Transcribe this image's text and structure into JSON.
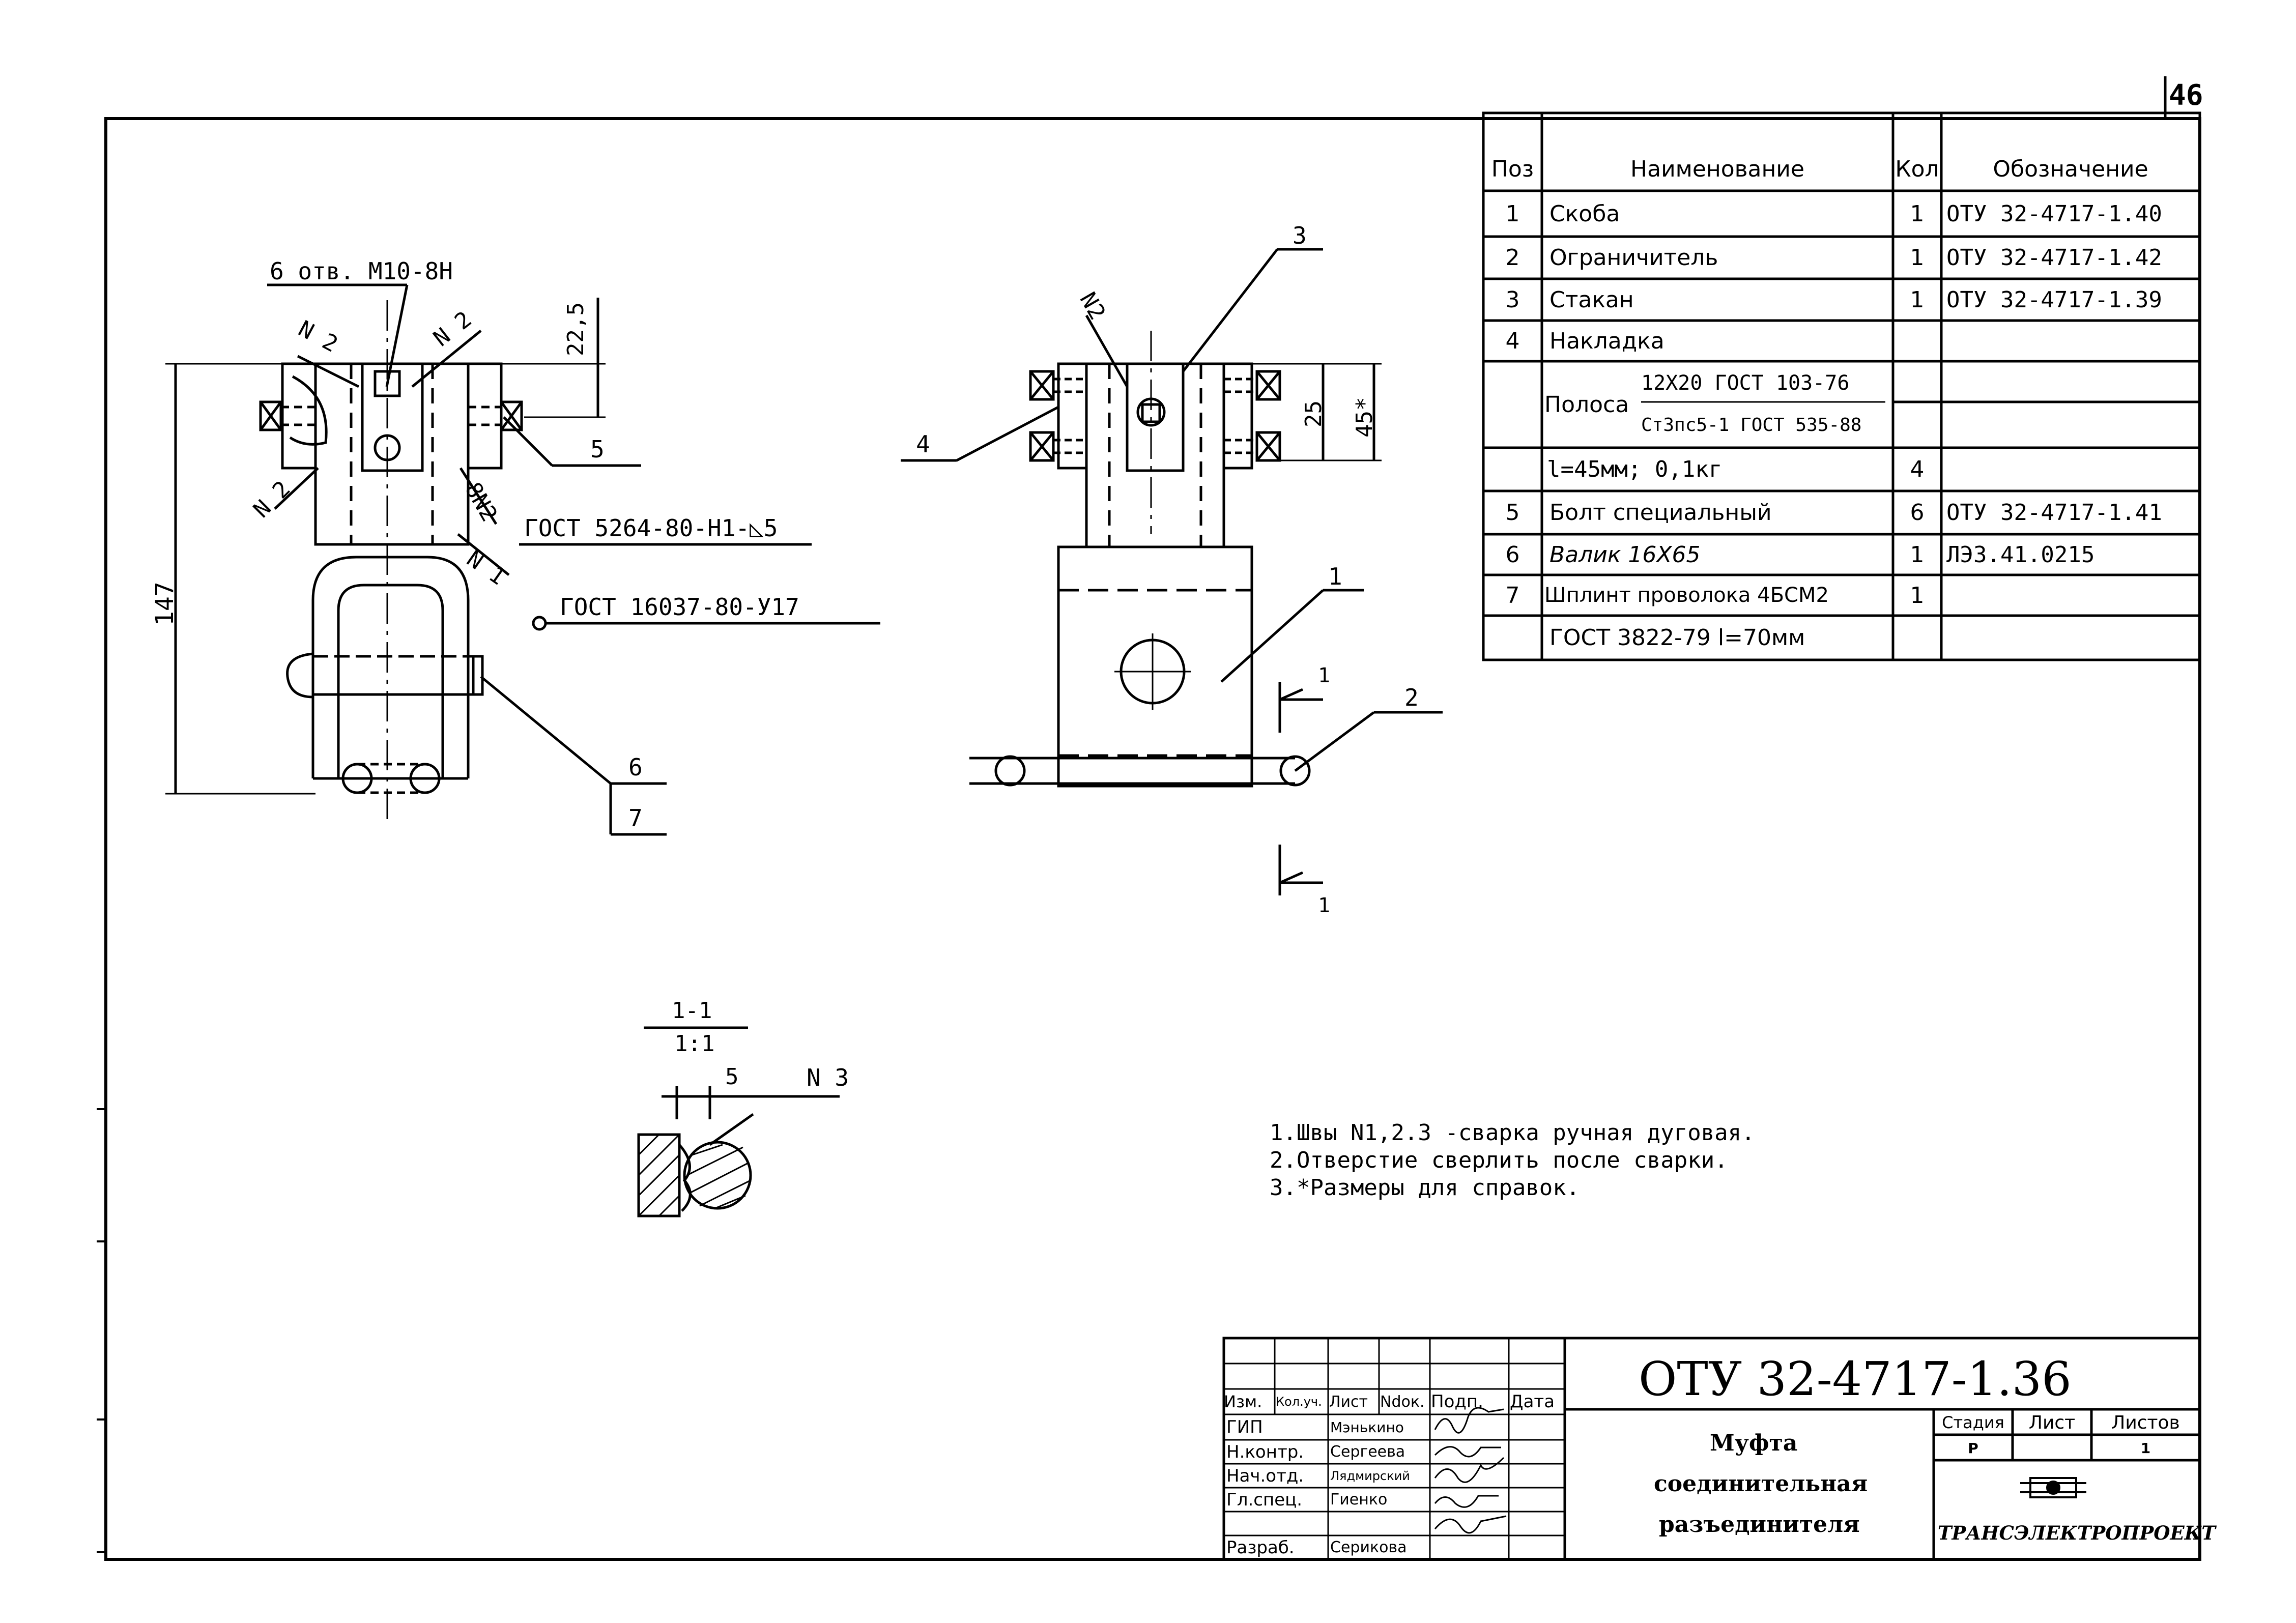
{
  "sheet": {
    "page_number": "46",
    "sheet_label": "1"
  },
  "spec_table": {
    "headers": [
      "Поз",
      "Наименование",
      "Кол",
      "Обозначение"
    ],
    "rows": [
      {
        "pos": "1",
        "name": "Скоба",
        "qty": "1",
        "designation": "ОТУ 32-4717-1.40"
      },
      {
        "pos": "2",
        "name": "Ограничитель",
        "qty": "1",
        "designation": "ОТУ 32-4717-1.42"
      },
      {
        "pos": "3",
        "name": "Стакан",
        "qty": "1",
        "designation": "ОТУ 32-4717-1.39"
      },
      {
        "pos": "4",
        "name": "Накладка",
        "qty": "",
        "designation": ""
      },
      {
        "pos": "",
        "name": "Полоса",
        "qty": "",
        "designation": ""
      },
      {
        "pos": "",
        "name": "",
        "qty": "",
        "designation": ""
      },
      {
        "pos": "",
        "name": "l=45мм; 0,1кг",
        "qty": "4",
        "designation": ""
      },
      {
        "pos": "5",
        "name": "Болт специальный",
        "qty": "6",
        "designation": "ОТУ 32-4717-1.41"
      },
      {
        "pos": "6",
        "name": "Валик 16Х65",
        "qty": "1",
        "designation": "ЛЭЗ.41.0215"
      },
      {
        "pos": "7",
        "name": "Шплинт проволока 4БСМ2",
        "qty": "1",
        "designation": ""
      },
      {
        "pos": "",
        "name": "ГОСТ 3822-79 l=70мм",
        "qty": "",
        "designation": ""
      }
    ],
    "polosa_numerator": "12Х20 ГОСТ 103-76",
    "polosa_denominator": "Ст3пс5-1 ГОСТ 535-88"
  },
  "drawing": {
    "left_view": {
      "holes_note": "6 отв. М10-8Н",
      "weld_n2_a": "N 2",
      "weld_n2_b": "N 2",
      "weld_n2_c": "N 2",
      "weld_8n2": "8N2",
      "weld_n1": "N 1",
      "dim_top": "22,5",
      "dim_height": "147",
      "gost_weld_1": "ГОСТ 5264-80-Н1-◺5",
      "gost_weld_2": "ГОСТ 16037-80-У17",
      "leader_5": "5",
      "leader_6": "6",
      "leader_7": "7"
    },
    "right_view": {
      "weld_n2": "N2",
      "leader_3": "3",
      "leader_4": "4",
      "leader_1": "1",
      "leader_2": "2",
      "dim_25": "25",
      "dim_45": "45*",
      "section_mark_top": "1",
      "section_mark_bottom": "1"
    },
    "section": {
      "title": "1-1",
      "scale": "1:1",
      "dim_5": "5",
      "weld_n3": "N 3"
    }
  },
  "notes": [
    "1.Швы N1,2.3 -сварка ручная дуговая.",
    "2.Отверстие сверлить после сварки.",
    "3.*Размеры для справок."
  ],
  "title_block": {
    "document_code": "ОТУ 32-4717-1.36",
    "title_line1": "Муфта",
    "title_line2": "соединительная",
    "title_line3": "разъединителя",
    "headers": [
      "Изм.",
      "Кол.уч.",
      "Лист",
      "Ndок.",
      "Подп.",
      "Дата"
    ],
    "staff": [
      {
        "role": "ГИП",
        "name": "Мэнькино"
      },
      {
        "role": "Н.контр.",
        "name": "Сергеева"
      },
      {
        "role": "Нач.отд.",
        "name": "Лядмирский"
      },
      {
        "role": "Гл.спец.",
        "name": "Гиенко"
      },
      {
        "role": "Разраб.",
        "name": "Серикова"
      }
    ],
    "stage_label": "Стадия",
    "sheet_label": "Лист",
    "sheets_label": "Листов",
    "stage_value": "Р",
    "sheet_value": "",
    "sheets_value": "1",
    "organization": "ТРАНСЭЛЕКТРОПРОЕКТ"
  }
}
